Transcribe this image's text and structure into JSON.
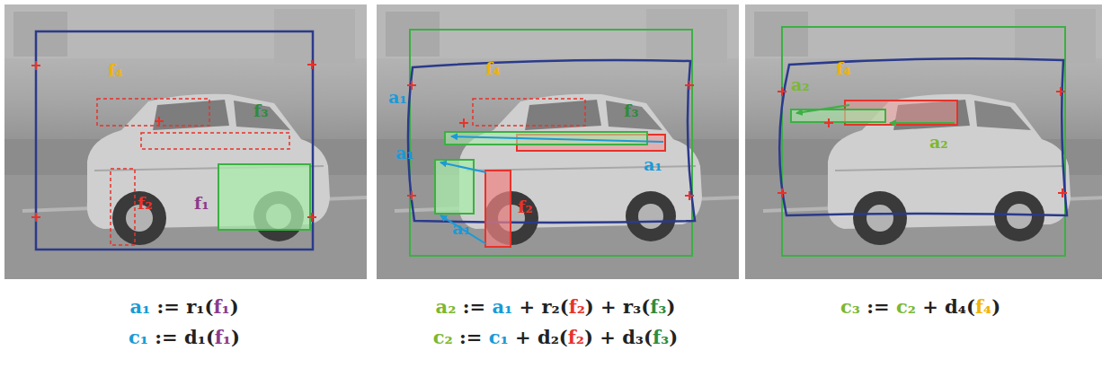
{
  "diagram": {
    "labels": [
      "f₄",
      "f₃",
      "f₂",
      "f₁",
      "f₄",
      "a₁",
      "f₃",
      "a₁",
      "a₁",
      "f₂",
      "a₁",
      "f₄",
      "a₂",
      "a₂",
      "a₁ := r₁(f₁)",
      "c₁ := d₁(f₁)",
      "a₂ := a₁ + r₂(f₂) + r₃(f₃)",
      "c₂ := c₁ + d₂(f₂) + d₃(f₃)",
      "c₃ := c₂ + d₄(f₄)"
    ]
  }
}
